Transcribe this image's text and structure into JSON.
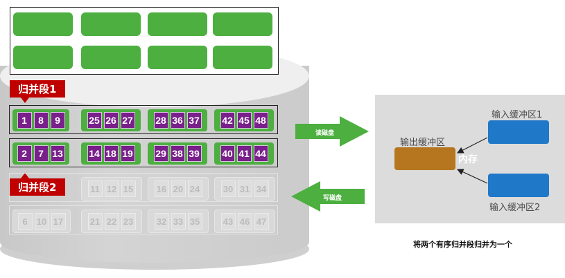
{
  "top_buffer_rows": 2,
  "top_buffer_cols": 4,
  "segments": [
    {
      "label": "归并段1",
      "blocks": [
        [
          "1",
          "8",
          "9"
        ],
        [
          "25",
          "26",
          "27"
        ],
        [
          "28",
          "36",
          "37"
        ],
        [
          "42",
          "45",
          "48"
        ]
      ]
    },
    {
      "label": "归并段2",
      "blocks": [
        [
          "2",
          "7",
          "13"
        ],
        [
          "14",
          "18",
          "19"
        ],
        [
          "29",
          "38",
          "39"
        ],
        [
          "40",
          "41",
          "44"
        ]
      ]
    }
  ],
  "ghost_rows": [
    [
      [
        "",
        "",
        ""
      ],
      [
        "11",
        "12",
        "15"
      ],
      [
        "16",
        "20",
        "24"
      ],
      [
        "30",
        "31",
        "34"
      ]
    ],
    [
      [
        "6",
        "10",
        "17"
      ],
      [
        "21",
        "22",
        "23"
      ],
      [
        "32",
        "33",
        "35"
      ],
      [
        "43",
        "46",
        "47"
      ]
    ]
  ],
  "arrows": {
    "read_label": "读磁盘",
    "write_label": "写磁盘"
  },
  "memory": {
    "input_buffer_1": "输入缓冲区1",
    "input_buffer_2": "输入缓冲区2",
    "output_buffer": "输出缓冲区",
    "memory_label": "内存"
  },
  "caption": "将两个有序归并段归并为一个",
  "colors": {
    "green": "#4caf3f",
    "purple": "#7a1f8c",
    "red": "#c00000",
    "blue": "#1f78c8",
    "brown": "#b5761f"
  }
}
